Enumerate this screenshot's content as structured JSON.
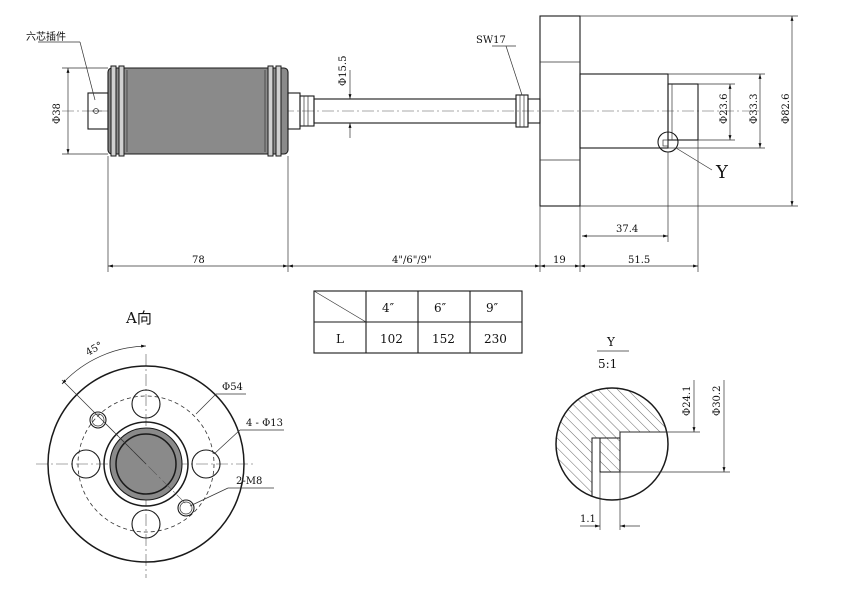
{
  "labels": {
    "connector": "六芯插件",
    "wrench": "SW17",
    "detail_marker": "Y",
    "view_a": "A向",
    "detail_title": "Y",
    "detail_scale": "5:1"
  },
  "dimensions": {
    "body_dia": "Φ38",
    "rod_dia": "Φ15.5",
    "bore_dia": "Φ23.6",
    "boss_dia": "Φ33.3",
    "flange_dia": "Φ82.6",
    "len_body": "78",
    "len_stroke": "4\"/6\"/9\"",
    "len_flange": "19",
    "len_tail": "51.5",
    "len_offset": "37.4",
    "pcd": "Φ54",
    "holes": "4 - Φ13",
    "threads": "2-M8",
    "angle": "45°",
    "groove_inner": "Φ24.1",
    "groove_outer": "Φ30.2",
    "groove_width": "1.1"
  },
  "table": {
    "headers": [
      "4″",
      "6″",
      "9″"
    ],
    "row_label": "L",
    "values": [
      "102",
      "152",
      "230"
    ]
  }
}
